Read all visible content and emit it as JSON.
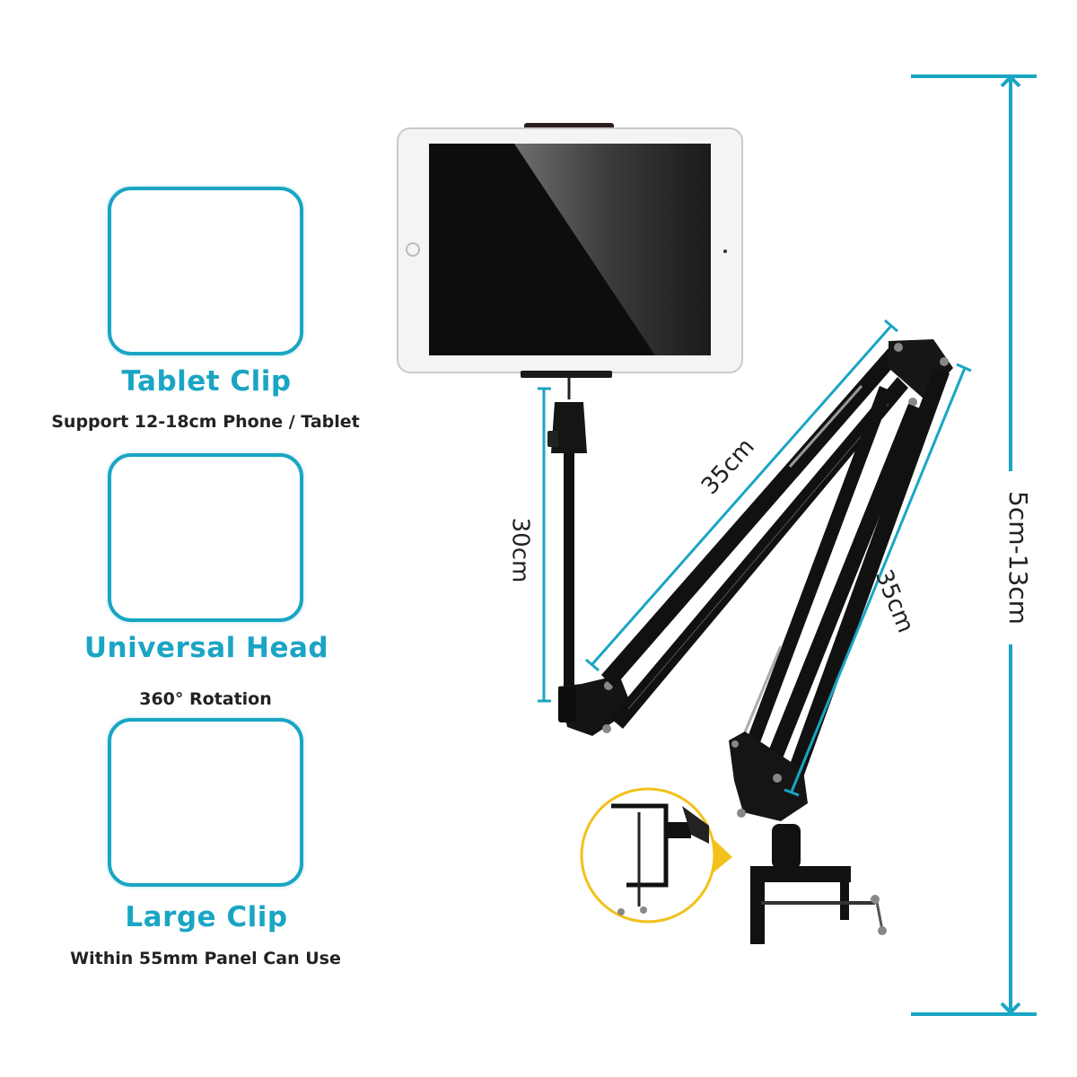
{
  "features": [
    {
      "title": "Tablet Clip",
      "caption": "Support 12-18cm Phone / Tablet",
      "icon": "tablet-clip-icon"
    },
    {
      "title": "Universal Head",
      "caption": "360° Rotation",
      "icon": "universal-head-icon"
    },
    {
      "title": "Large Clip",
      "caption": "Within 55mm Panel Can Use",
      "icon": "large-clip-icon"
    }
  ],
  "dimensions": {
    "vertical_pole": "30cm",
    "upper_arm": "35cm",
    "lower_arm": "35cm",
    "clamp_range": "5cm-13cm"
  },
  "colors": {
    "accent_teal": "#1aa5c4",
    "highlight_yellow": "#f2c11a",
    "arm_black": "#111111",
    "clip_pad_red": "#b0414f"
  }
}
